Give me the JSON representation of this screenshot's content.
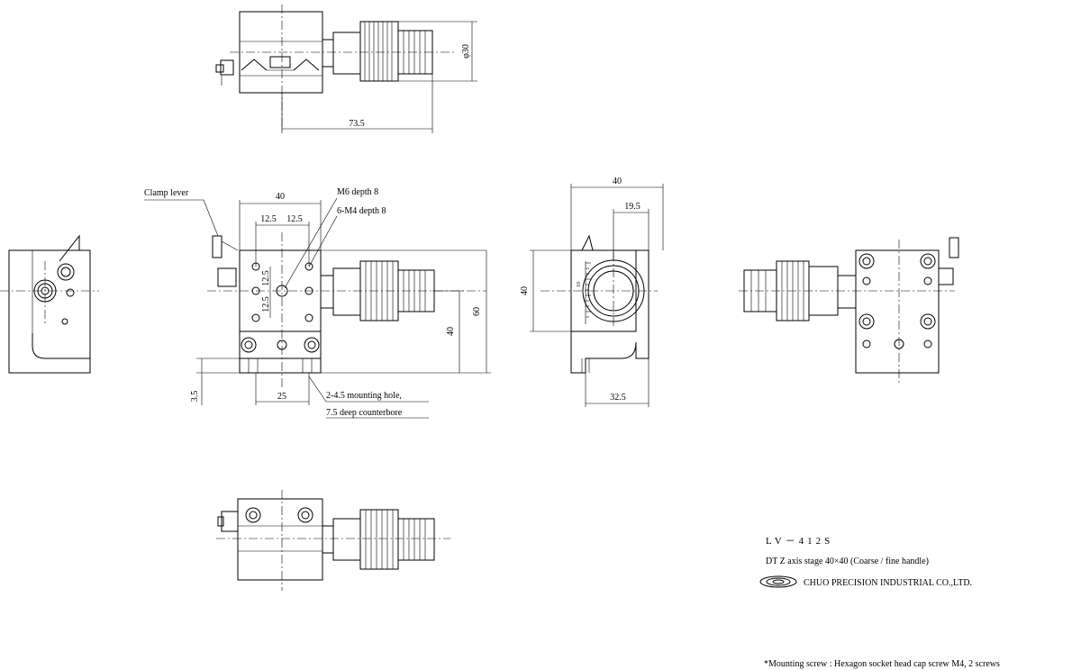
{
  "dimensions": {
    "top_phi": "φ30",
    "top_len": "73.5",
    "front_w40": "40",
    "front_125a": "12.5",
    "front_125b": "12.5",
    "front_125v1": "12.5",
    "front_125v2": "12.5",
    "front_60": "60",
    "front_40v": "40",
    "front_25": "25",
    "front_35": "3.5",
    "side_40": "40",
    "side_195": "19.5",
    "side_40v": "40",
    "side_325": "32.5",
    "scale_10": "10"
  },
  "callouts": {
    "clamp_lever": "Clamp lever",
    "m6": "M6 depth 8",
    "m4": "6-M4 depth 8",
    "mount1": "2-4.5 mounting hole,",
    "mount2": "7.5 deep counterbore"
  },
  "title_block": {
    "model": "LV－412S",
    "description": "DT Z axis stage 40×40  (Coarse / fine handle)",
    "company": "CHUO PRECISION INDUSTRIAL CO.,LTD."
  },
  "footnote": "*Mounting screw : Hexagon socket head cap screw M4, 2 screws"
}
